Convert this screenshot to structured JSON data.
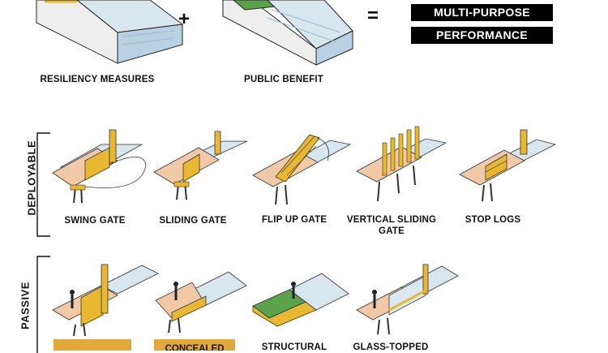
{
  "top": {
    "resiliency_label": "RESILIENCY MEASURES",
    "public_benefit_label": "PUBLIC BENEFIT",
    "plus_symbol": "+",
    "equals_symbol": "=",
    "result_line_1": "MULTI-PURPOSE",
    "result_line_2": "PERFORMANCE"
  },
  "deployable": {
    "section_label": "DEPLOYABLE",
    "items": [
      {
        "label": "SWING GATE"
      },
      {
        "label": "SLIDING GATE"
      },
      {
        "label": "FLIP UP GATE"
      },
      {
        "label": "VERTICAL SLIDING\nGATE"
      },
      {
        "label": "STOP LOGS"
      }
    ]
  },
  "passive": {
    "section_label": "PASSIVE",
    "items": [
      {
        "label": ""
      },
      {
        "label": "CONCEALED"
      },
      {
        "label": "STRUCTURAL"
      },
      {
        "label": "GLASS-TOPPED"
      }
    ]
  },
  "colors": {
    "ground_tan": "#f2c9a6",
    "water_blue": "#c9dcea",
    "gate_yellow": "#e8b830",
    "green_park": "#5aa34a",
    "label_bar": "#e3a83a"
  }
}
